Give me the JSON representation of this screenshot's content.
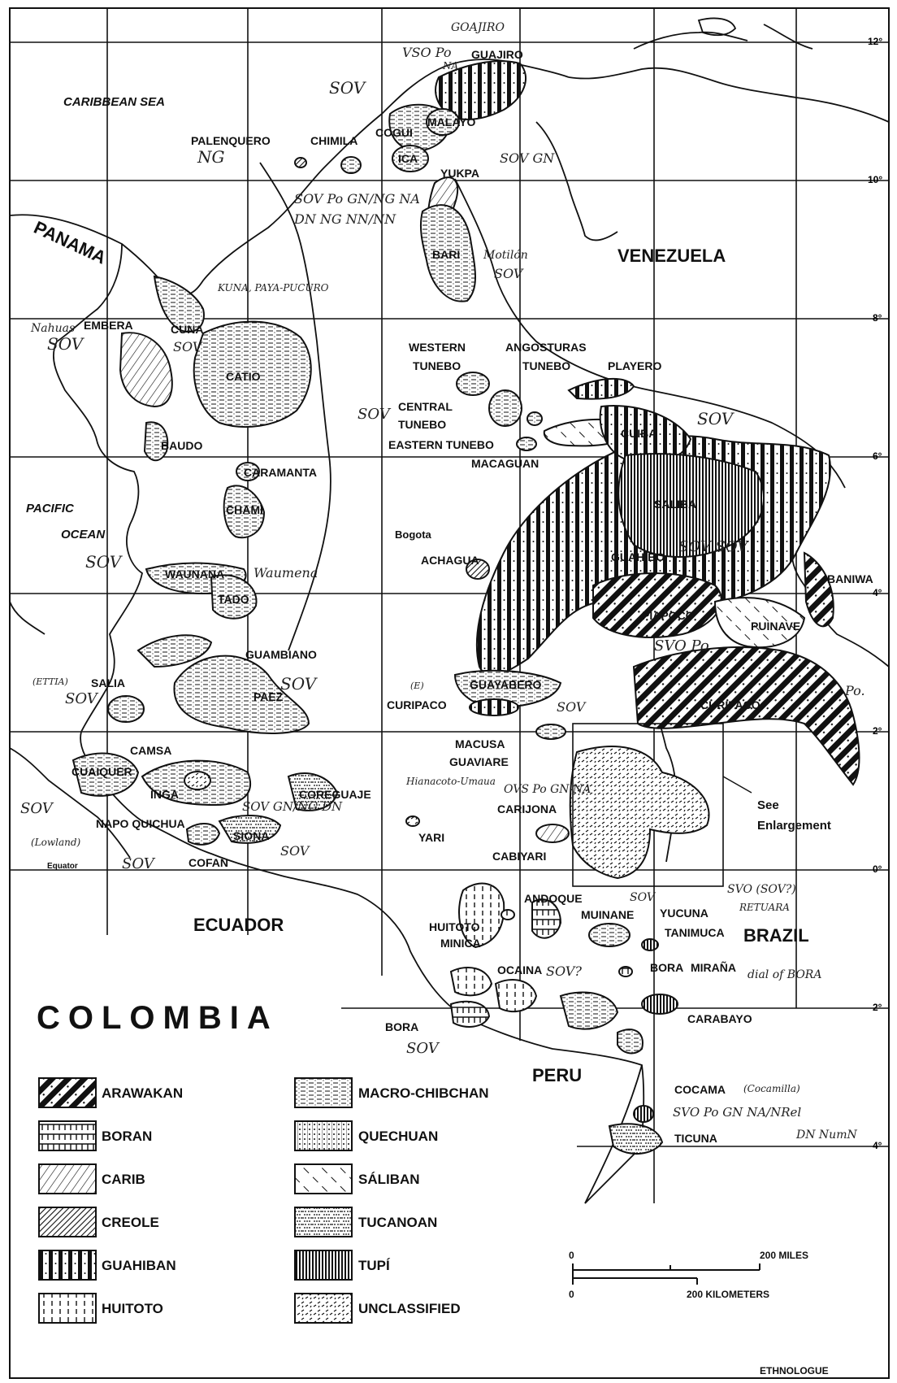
{
  "map": {
    "title": "COLOMBIA",
    "credit": "ETHNOLOGUE",
    "see_enlargement": [
      "See",
      "Enlargement"
    ],
    "equator": "Equator",
    "lat_ticks": [
      "12°",
      "10°",
      "8°",
      "6°",
      "4°",
      "2°",
      "0°",
      "2°",
      "4°"
    ],
    "countries": [
      "VENEZUELA",
      "PANAMA",
      "ECUADOR",
      "BRAZIL",
      "PERU"
    ],
    "seas": [
      "CARIBBEAN SEA",
      "PACIFIC",
      "OCEAN"
    ],
    "city": "Bogota",
    "languages": [
      "GUAJIRO",
      "COGUI",
      "MALAYO",
      "ICA",
      "PALENQUERO",
      "CHIMILA",
      "YUKPA",
      "BARI",
      "EMBERA",
      "CUNA",
      "CATIO",
      "WESTERN",
      "TUNEBO",
      "ANGOSTURAS",
      "TUNEBO",
      "PLAYERO",
      "CENTRAL",
      "TUNEBO",
      "EASTERN TUNEBO",
      "MACAGUAN",
      "CUIBA",
      "SALIBA",
      "GUAHIBO",
      "BAUDO",
      "CARAMANTA",
      "CHAMI",
      "ACHAGUA",
      "WAUNANA",
      "TADO",
      "BANIWA",
      "PIAPOCO",
      "PUINAVE",
      "GUAMBIANO",
      "SALIA",
      "PAEZ",
      "GUAYABERO",
      "CURIPACO",
      "CURIPACO",
      "MACUSA",
      "GUAVIARE",
      "CAMSA",
      "CUAIQUER",
      "INGA",
      "COREGUAJE",
      "CARIJONA",
      "YARI",
      "NAPO QUICHUA",
      "SIONA",
      "COFAN",
      "CABIYARI",
      "ANDOQUE",
      "HUITOTO",
      "MINICA",
      "MUINANE",
      "YUCUNA",
      "TANIMUCA",
      "OCAINA",
      "BORA",
      "MIRAÑA",
      "BORA",
      "CARABAYO",
      "COCAMA",
      "TICUNA"
    ],
    "handwritten": [
      "GOAJIRO",
      "VSO Po",
      "NA",
      "SOV",
      "NG",
      "SOV Po GN/NG NA",
      "DN NG NN/NN",
      "SOV GN",
      "Motilón",
      "SOV",
      "KUNA, PAYA-PUCURO",
      "Nahuas",
      "SOV",
      "SOV",
      "SOV",
      "SOV",
      "SOV SOV",
      "SVO Po",
      "SOV",
      "Waumena",
      "(ETTIA)",
      "SOV",
      "(E)",
      "SOV",
      "Po.",
      "Hianacoto-Umaua",
      "OVS Po GN NA",
      "SOV",
      "SOV GN/NG DN",
      "SOV",
      "SOV",
      "(Lowland)",
      "SOV",
      "SVO (SOV?)",
      "RETUARA",
      "SOV",
      "SOV?",
      "dial of BORA",
      "SOV",
      "(Cocamilla)",
      "SVO Po GN NA/NRel",
      "DN NumN"
    ]
  },
  "legend": {
    "items": [
      {
        "label": "ARAWAKAN",
        "pattern": "arawakan"
      },
      {
        "label": "BORAN",
        "pattern": "boran"
      },
      {
        "label": "CARIB",
        "pattern": "carib"
      },
      {
        "label": "CREOLE",
        "pattern": "creole"
      },
      {
        "label": "GUAHIBAN",
        "pattern": "guahiban"
      },
      {
        "label": "HUITOTO",
        "pattern": "huitoto"
      },
      {
        "label": "MACRO-CHIBCHAN",
        "pattern": "macrochibchan"
      },
      {
        "label": "QUECHUAN",
        "pattern": "quechuan"
      },
      {
        "label": "SÁLIBAN",
        "pattern": "saliban"
      },
      {
        "label": "TUCANOAN",
        "pattern": "tucanoan"
      },
      {
        "label": "TUPÍ",
        "pattern": "tupi"
      },
      {
        "label": "UNCLASSIFIED",
        "pattern": "unclassified"
      }
    ]
  },
  "scale": {
    "zero_top": "0",
    "zero_bottom": "0",
    "miles": "200 MILES",
    "km": "200 KILOMETERS"
  },
  "colors": {
    "ink": "#111111",
    "paper": "#ffffff"
  }
}
